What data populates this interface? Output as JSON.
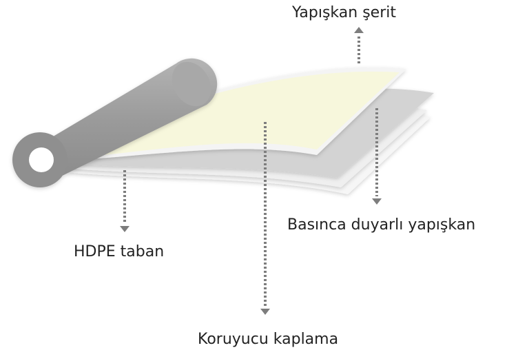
{
  "labels": {
    "adhesive_strip": "Yapışkan şerit",
    "pressure_sensitive_adhesive": "Basınca duyarlı yapışkan",
    "hdpe_base": "HDPE taban",
    "protective_coating": "Koruyucu kaplama"
  },
  "colors": {
    "roll": "#9e9e9e",
    "roll_hole": "#ffffff",
    "top_layer": "#f7f7dc",
    "psa_layer": "#d3d3d3",
    "hdpe_layer": "#eeeeee",
    "bottom_layer": "#f6f6f6",
    "arrow": "#7d7d7d"
  }
}
